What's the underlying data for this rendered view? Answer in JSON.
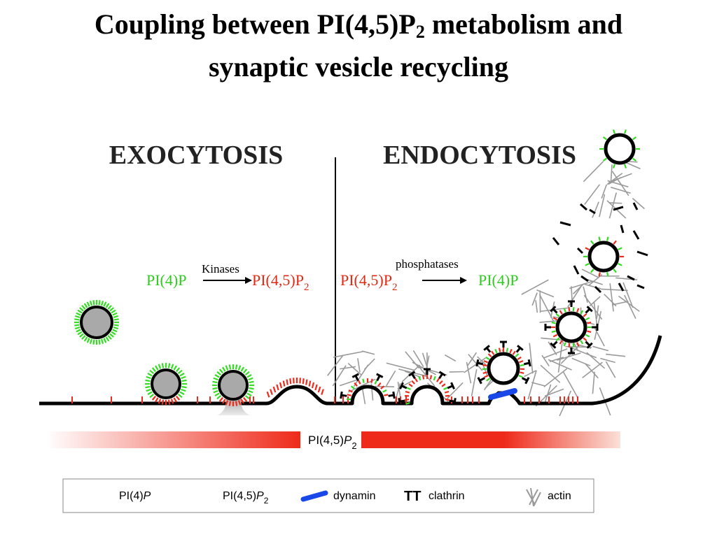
{
  "title": {
    "line1_prefix": "Coupling between PI(4,5)P",
    "line1_sub": "2",
    "line1_suffix": " metabolism and",
    "line2": "synaptic vesicle recycling"
  },
  "sections": {
    "left": "EXOCYTOSIS",
    "right": "ENDOCYTOSIS"
  },
  "reactions": {
    "left": {
      "substrate": "PI(4)P",
      "enzyme": "Kinases",
      "product_main": "PI(4,5)P",
      "product_sub": "2"
    },
    "right": {
      "substrate_main": "PI(4,5)P",
      "substrate_sub": "2",
      "enzyme": "phosphatases",
      "product": "PI(4)P"
    }
  },
  "gradient_bar": {
    "label_main": "PI(4,5)",
    "label_italic": "P",
    "label_sub": "2"
  },
  "legend": {
    "items": [
      {
        "label_main": "PI(4)",
        "label_italic": "P",
        "label_sub": ""
      },
      {
        "label_main": "PI(4,5)",
        "label_italic": "P",
        "label_sub": "2"
      },
      {
        "label_main": "dynamin",
        "label_italic": "",
        "label_sub": ""
      },
      {
        "label_main": "clathrin",
        "label_italic": "",
        "label_sub": ""
      },
      {
        "label_main": "actin",
        "label_italic": "",
        "label_sub": ""
      }
    ],
    "clathrin_symbol": "TT"
  },
  "colors": {
    "pi4p": "#33dd22",
    "pi45p2": "#ee2a1a",
    "dynamin": "#1a48e8",
    "actin": "#9a9a9a",
    "membrane": "#000000",
    "vesicle_fill": "#a9a9a9"
  }
}
